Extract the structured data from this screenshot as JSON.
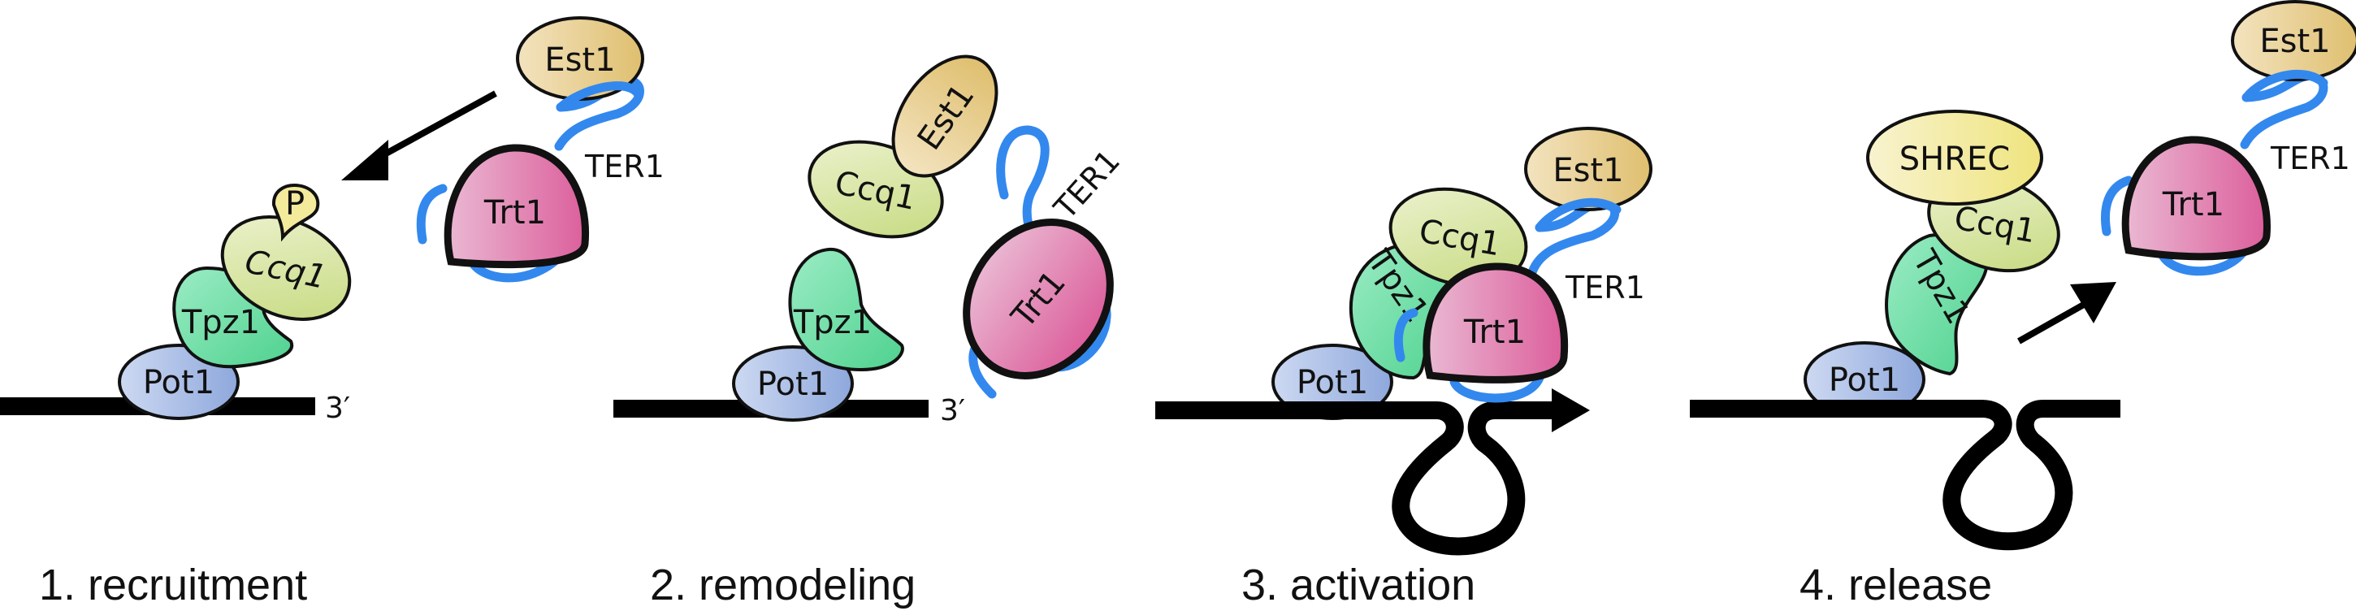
{
  "figure": {
    "proteins": {
      "pot1": "Pot1",
      "tpz1": "Tpz1",
      "ccq1": "Ccq1",
      "est1": "Est1",
      "trt1": "Trt1",
      "shrec": "SHREC",
      "phospho": "P"
    },
    "rna_label": "TER1",
    "dna_end_label": "3′",
    "colors": {
      "pot1": "#a9bde6",
      "tpz1": "#6ddaa0",
      "ccq1": "#d6e2a0",
      "est1": "#e8cd8f",
      "trt1": "#e07aa8",
      "shrec": "#f2ea9a",
      "phospho": "#f3ea9c",
      "rna": "#3388ee",
      "dna": "#000000"
    },
    "steps": [
      {
        "number": "1.",
        "label": "1. recruitment"
      },
      {
        "number": "2.",
        "label": "2. remodeling"
      },
      {
        "number": "3.",
        "label": "3. activation"
      },
      {
        "number": "4.",
        "label": "4. release"
      }
    ]
  }
}
